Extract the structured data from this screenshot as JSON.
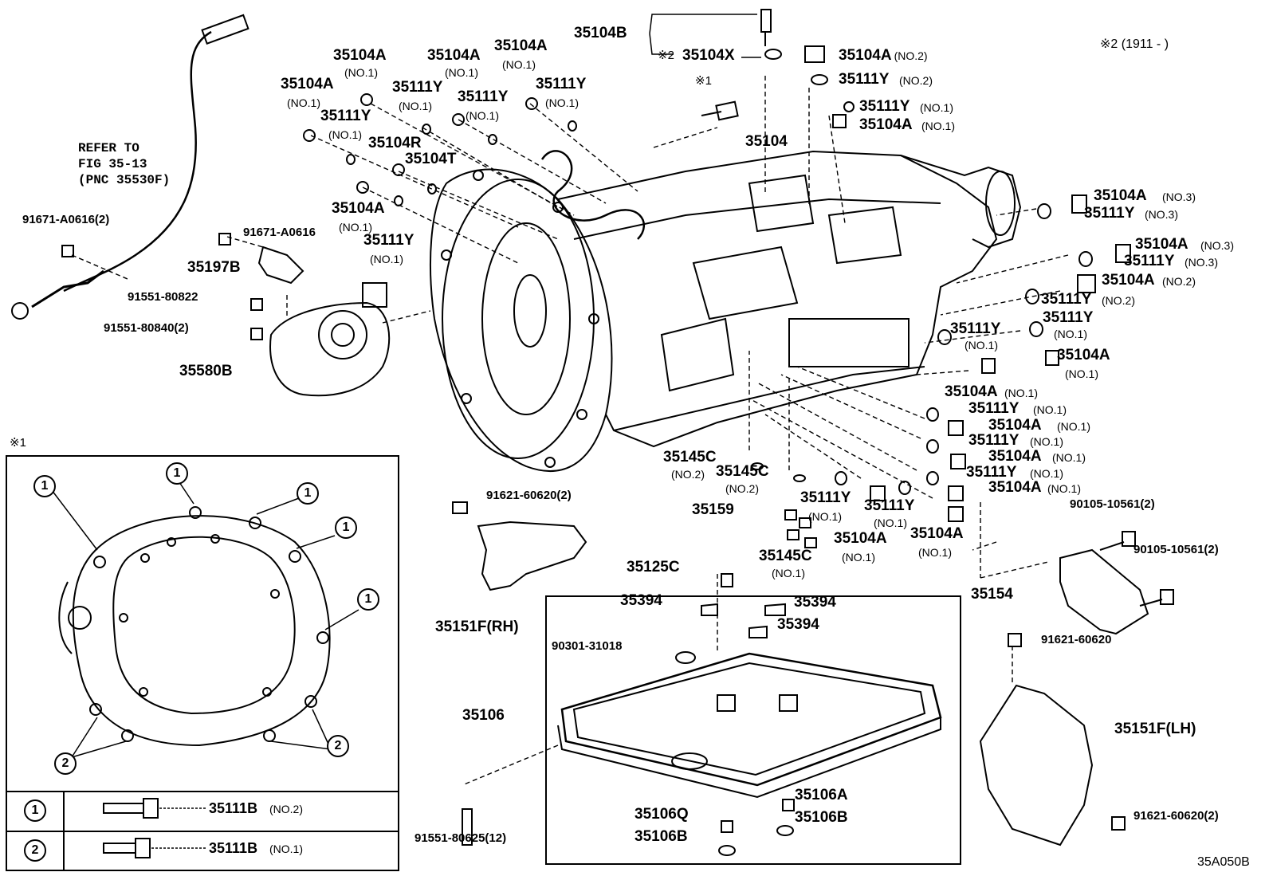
{
  "header": {
    "note": "※2 (1911 -      )",
    "figure_code": "35A050B"
  },
  "refer": {
    "line1": "REFER TO",
    "line2": "FIG 35-13",
    "line3": "(PNC 35530F)"
  },
  "inset": {
    "title_mark": "※1",
    "marker_1": "1",
    "marker_2": "2",
    "legend": [
      {
        "marker": "1",
        "part": "35111B",
        "qualifier": "(NO.2)"
      },
      {
        "marker": "2",
        "part": "35111B",
        "qualifier": "(NO.1)"
      }
    ]
  },
  "marks": {
    "asterisk1": "※1",
    "asterisk2": "※2"
  },
  "labels": {
    "p35104B": "35104B",
    "p35104X": "35104X",
    "p35104A": "35104A",
    "p35111Y": "35111Y",
    "p35104R": "35104R",
    "p35104T": "35104T",
    "p35104": "35104",
    "p91671_2": "91671-A0616(2)",
    "p91671": "91671-A0616",
    "p35197B": "35197B",
    "p91551_80822": "91551-80822",
    "p91551_80840": "91551-80840(2)",
    "p35580B": "35580B",
    "p35145C": "35145C",
    "p35159": "35159",
    "p91621_2": "91621-60620(2)",
    "p35151F_RH": "35151F(RH)",
    "p35125C": "35125C",
    "p35394": "35394",
    "p90301": "90301-31018",
    "p35106": "35106",
    "p91551_80625": "91551-80625(12)",
    "p35106A": "35106A",
    "p35106Q": "35106Q",
    "p35106B": "35106B",
    "p90105": "90105-10561(2)",
    "p35154": "35154",
    "p91621": "91621-60620",
    "p35151F_LH": "35151F(LH)"
  },
  "qualifiers": {
    "no1": "(NO.1)",
    "no2": "(NO.2)",
    "no3": "(NO.3)"
  }
}
